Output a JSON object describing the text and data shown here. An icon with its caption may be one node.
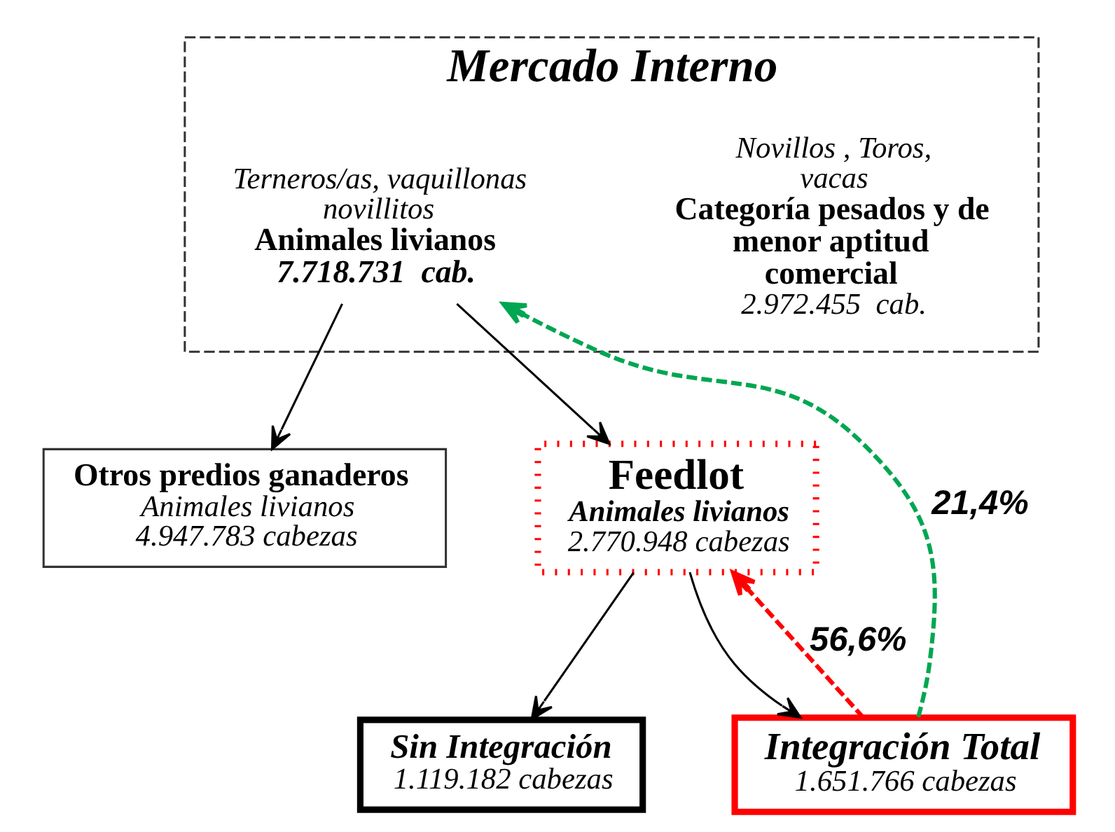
{
  "diagram": {
    "nodes": [
      {
        "text": [
          "Mercado Interno"
        ]
      },
      {
        "text": [
          "Novillos , Toros, vacas",
          "Categoría pesados y de menor aptitud comercial",
          "2.972.455  cab."
        ],
        "in": 0
      },
      {
        "text": [
          "Terneros/as, vaquillonas novillitos",
          "Animales livianos",
          "7.718.731  cab."
        ],
        "in": 0
      },
      {
        "text": [
          "Otros predios ganaderos",
          "Animales livianos",
          "4.947.783 cabezas"
        ]
      },
      {
        "text": [
          "Feedlot",
          "Animales livianos",
          "2.770.948 cabezas"
        ]
      },
      {
        "text": [
          "Sin Integración",
          "1.119.182 cabezas"
        ]
      },
      {
        "text": [
          "Integración Total",
          "1.651.766 cabezas"
        ]
      }
    ],
    "edges": [
      {
        "from": 2,
        "to": 3,
        "arrow": "to"
      },
      {
        "from": 2,
        "to": 4,
        "arrow": "to"
      },
      {
        "from": 4,
        "to": 5,
        "arrow": "to"
      },
      {
        "from": 4,
        "to": 6,
        "arrow": "to"
      },
      {
        "from": 6,
        "to": 2,
        "arrow": "to",
        "label": "21,4%",
        "style": "dashed",
        "color": "#00a651"
      },
      {
        "from": 6,
        "to": 4,
        "arrow": "to",
        "label": "56,6%",
        "style": "dashed",
        "color": "#ff0000"
      }
    ]
  }
}
